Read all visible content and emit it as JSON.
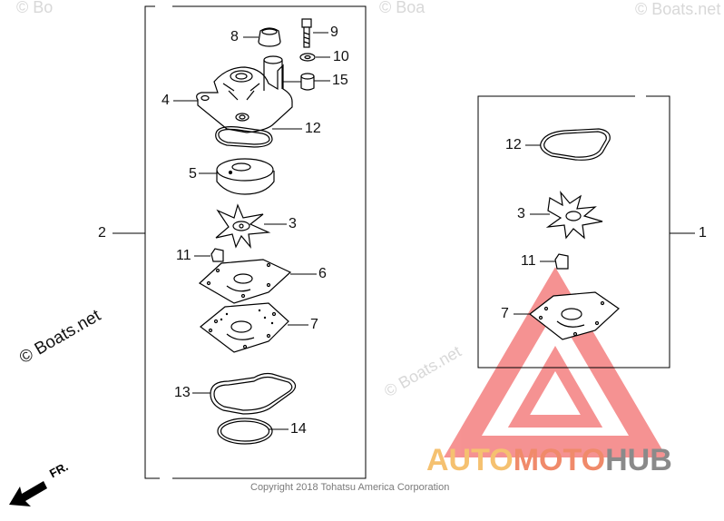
{
  "callouts": {
    "left_group": "2",
    "right_group": "1",
    "n8": "8",
    "n9": "9",
    "n10": "10",
    "n15": "15",
    "n4": "4",
    "n12a": "12",
    "n5": "5",
    "n3a": "3",
    "n11a": "11",
    "n6": "6",
    "n7a": "7",
    "n13": "13",
    "n14": "14",
    "n12b": "12",
    "n3b": "3",
    "n11b": "11",
    "n7b": "7"
  },
  "watermarks": {
    "boats_net": "© Boats.net",
    "faint_top_left": "© Bo",
    "faint_top_mid": "© Boa",
    "faint_mid": "© Boats.net",
    "faint_right": "© Boats.net"
  },
  "copyright": "Copyright 2018 Tohatsu America Corporation",
  "brand": {
    "auto": "AUTO",
    "moto": "MOTO",
    "hub": "HUB",
    "color_auto": "#f5c170",
    "color_moto": "#f08a6a",
    "color_hub": "#8a8a8a",
    "logo_color": "#ee3a3a"
  },
  "direction_label": "FR."
}
